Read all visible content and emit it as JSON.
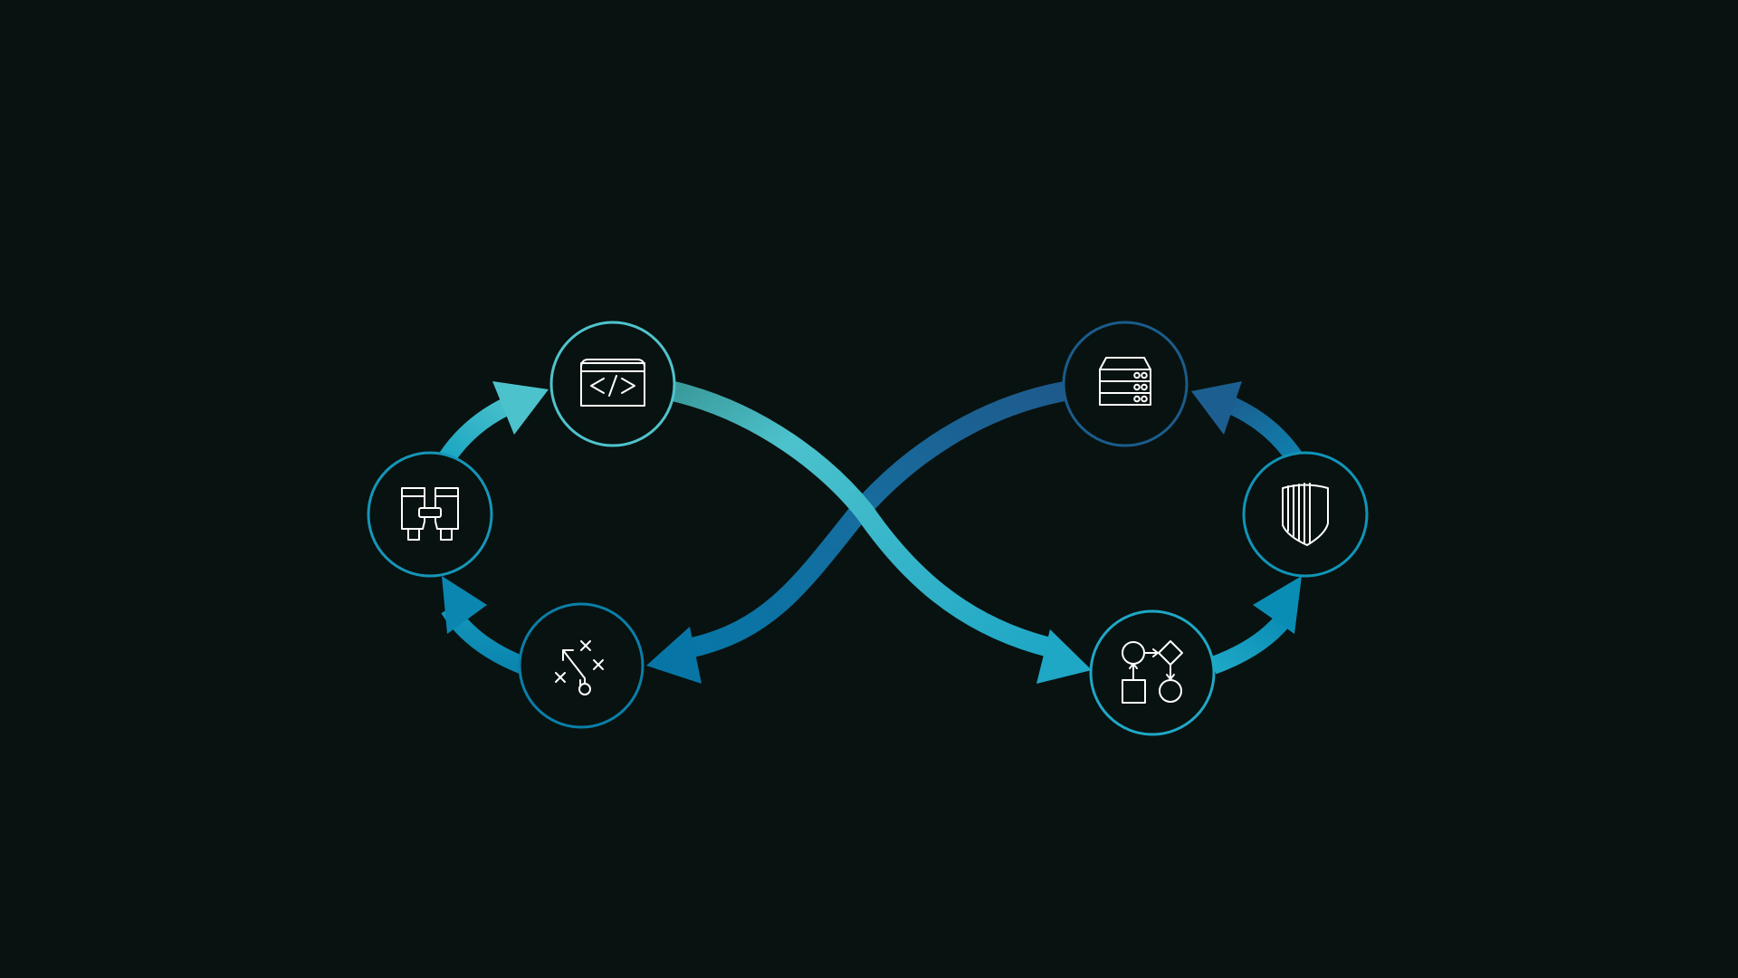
{
  "colors": {
    "background": "#081210",
    "cyan_light": "#4fc3cc",
    "cyan": "#22a9c4",
    "teal_blue": "#0a8db5",
    "blue": "#0778a8",
    "navy_blue": "#1a5f8f",
    "icon_stroke": "#ffffff"
  },
  "nodes": [
    {
      "id": "plan",
      "icon": "strategy-play-icon",
      "ring_color": "#0a7fa8"
    },
    {
      "id": "monitor",
      "icon": "binoculars-icon",
      "ring_color": "#1596b8"
    },
    {
      "id": "code",
      "icon": "code-window-icon",
      "ring_color": "#4fc3cc"
    },
    {
      "id": "release",
      "icon": "workflow-shapes-icon",
      "ring_color": "#1fa7c6"
    },
    {
      "id": "secure",
      "icon": "shield-icon",
      "ring_color": "#1094b8"
    },
    {
      "id": "deploy",
      "icon": "server-rack-icon",
      "ring_color": "#1b5c8c"
    }
  ],
  "flow_order": [
    "plan",
    "monitor",
    "code",
    "release",
    "secure",
    "deploy",
    "plan"
  ]
}
